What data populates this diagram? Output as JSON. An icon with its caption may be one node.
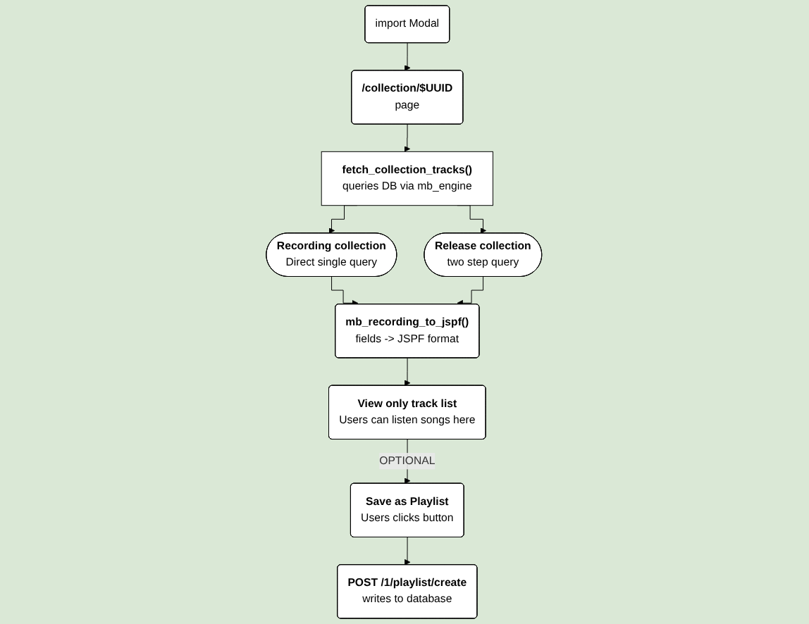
{
  "diagram": {
    "nodes": [
      {
        "text": [
          "import Modal"
        ]
      },
      {
        "text": [
          "/collection/$UUID",
          "page"
        ]
      },
      {
        "text": [
          "fetch_collection_tracks()",
          "queries DB via mb_engine"
        ]
      },
      {
        "text": [
          "Recording collection",
          "Direct single query"
        ]
      },
      {
        "text": [
          "Release collection",
          "two step query"
        ]
      },
      {
        "text": [
          "mb_recording_to_jspf()",
          "fields -> JSPF format"
        ]
      },
      {
        "text": [
          "View only track list",
          "Users can listen songs here"
        ]
      },
      {
        "text": [
          "Save as Playlist",
          "Users clicks button"
        ]
      },
      {
        "text": [
          "POST /1/playlist/create",
          "writes to database"
        ]
      }
    ],
    "edges": [
      {
        "from": 0,
        "to": 1,
        "arrow": "to"
      },
      {
        "from": 1,
        "to": 2,
        "arrow": "to"
      },
      {
        "from": 2,
        "to": 3,
        "arrow": "to"
      },
      {
        "from": 2,
        "to": 4,
        "arrow": "to"
      },
      {
        "from": 3,
        "to": 5,
        "arrow": "to"
      },
      {
        "from": 4,
        "to": 5,
        "arrow": "to"
      },
      {
        "from": 5,
        "to": 6,
        "arrow": "to"
      },
      {
        "from": 6,
        "to": 7,
        "label": "OPTIONAL",
        "arrow": "to"
      },
      {
        "from": 7,
        "to": 8,
        "arrow": "to"
      }
    ]
  }
}
